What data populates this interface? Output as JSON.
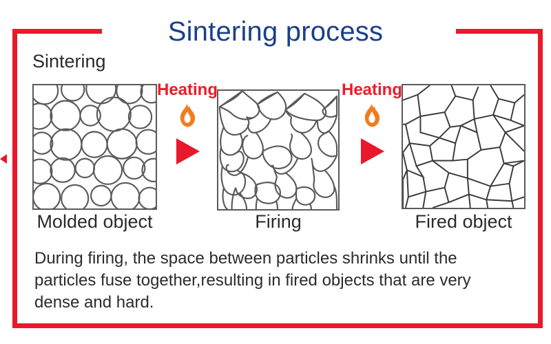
{
  "title": "Sintering process",
  "section_label": "Sintering",
  "colors": {
    "frame": "#e8192c",
    "title": "#1b3f8b",
    "heating_text": "#ee1c25",
    "flame": "#f07c1e",
    "arrow": "#e8192c",
    "box_outline": "#5a5a5a",
    "body_text": "#2b2b2b"
  },
  "stages": [
    {
      "id": "molded",
      "caption": "Molded object",
      "structure": "loose-circular-particles",
      "description": "Discrete round particles with visible pore space between them"
    },
    {
      "id": "firing",
      "caption": "Firing",
      "structure": "rounded-fused-particles",
      "description": "Particles necking together, pores shrinking"
    },
    {
      "id": "fired",
      "caption": "Fired object",
      "structure": "polygonal-grain-network",
      "description": "Fully densified polygonal grains sharing straight boundaries"
    }
  ],
  "transitions": [
    {
      "id": "transition-1",
      "label": "Heating",
      "flame_icon": "flame-icon",
      "arrow_icon": "play-arrow-icon"
    },
    {
      "id": "transition-2",
      "label": "Heating",
      "flame_icon": "flame-icon",
      "arrow_icon": "play-arrow-icon"
    }
  ],
  "description": "During firing, the space between particles shrinks until the particles fuse together,resulting in fired objects that are very dense and hard."
}
